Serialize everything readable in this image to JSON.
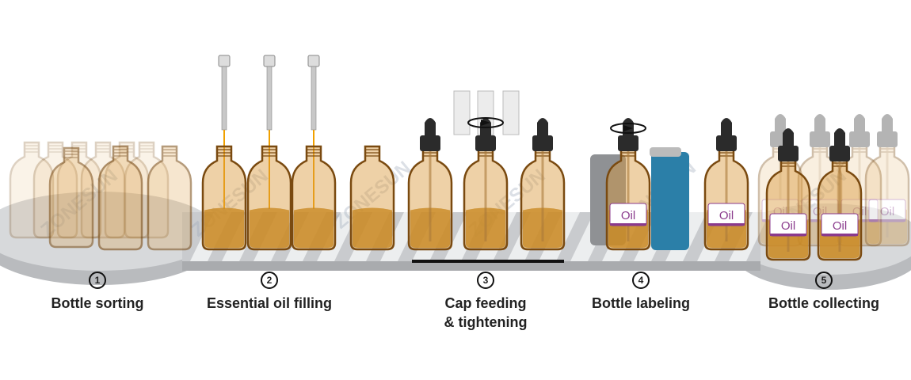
{
  "steps": [
    {
      "number": "1",
      "label": "Bottle sorting"
    },
    {
      "number": "2",
      "label": "Essential oil filling"
    },
    {
      "number": "3",
      "label": "Cap feeding",
      "label2": "& tightening"
    },
    {
      "number": "4",
      "label": "Bottle labeling"
    },
    {
      "number": "5",
      "label": "Bottle collecting"
    }
  ],
  "bottle_label": "Oil",
  "watermark": "ZONESUN",
  "colors": {
    "amber": "#d99a3c",
    "amber_dark": "#7a4a10",
    "oil": "#c98a24",
    "belt": "#c9cbce",
    "cap": "#2b2b2b",
    "label_purple": "#8a3a8c",
    "can_blue": "#2b7fa8",
    "can_gray": "#8f9194"
  }
}
